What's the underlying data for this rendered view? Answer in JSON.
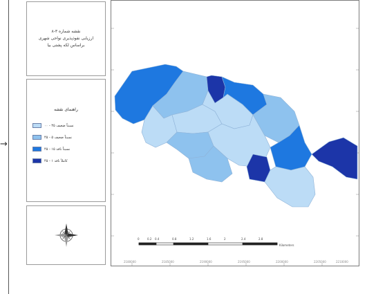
{
  "title_panel": {
    "lines": [
      "نقشه شماره ۳-۸",
      "ارزیابی نفوذپذیری نواحی شهری",
      "براساس لکه پشتی بیا"
    ]
  },
  "legend": {
    "heading": "راهنمای نقشه",
    "items": [
      {
        "label": "نسبتاً ضعیف ۴۵ - ۰۰",
        "color": "#bcdcf6"
      },
      {
        "label": "نسبتاً ضعیف ۵ - ۴۵",
        "color": "#8ec2ee"
      },
      {
        "label": "نسبتاً نافذ ۱۵ - ۴۵",
        "color": "#1e78e0"
      },
      {
        "label": "کاملاً نافذ ۱ - ۴۵",
        "color": "#1c35a8"
      }
    ]
  },
  "compass": {
    "icon": "compass-rose-icon"
  },
  "map": {
    "colors": {
      "class1": "#bcdcf6",
      "class2": "#8ec2ee",
      "class3": "#1e78e0",
      "class4": "#1c35a8"
    },
    "x_ticks": [
      "2180000",
      "2185000",
      "2190000",
      "2195000",
      "2200000",
      "2205000",
      "2210000"
    ]
  },
  "scale_bar": {
    "labels": [
      "0",
      "0.2",
      "0.4",
      "0.8",
      "1.2",
      "1.6",
      "2",
      "2.4",
      "2.8",
      "Kilometers"
    ]
  },
  "arrow_glyph": "→"
}
